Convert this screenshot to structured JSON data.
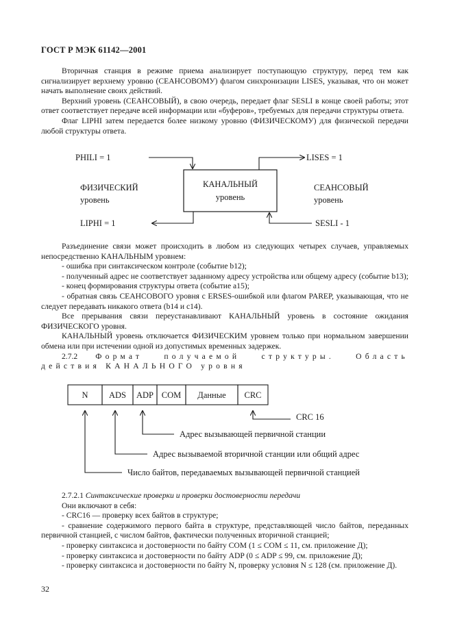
{
  "header": "ГОСТ Р МЭК 61142—2001",
  "intro": [
    "Вторичная станция в режиме приема анализирует поступающую структуру, перед тем как сигнализирует верхнему уровню (СЕАНСОВОМУ) флагом синхронизации LISES, указывая, что он может начать выполнение своих действий.",
    "Верхний уровень (СЕАНСОВЫЙ), в свою очередь, передает флаг SESLI в конце своей работы; этот ответ соответствует передаче всей информации или «буферов», требуемых для передачи структуры ответа.",
    "Флаг LIPHI затем передается более низкому уровню (ФИЗИЧЕСКОМУ) для физической передачи любой структуры ответа."
  ],
  "diagram1": {
    "phili": "PHILI = 1",
    "lises": "LISES = 1",
    "liphi": "LIPHI = 1",
    "sesli": "SESLI - 1",
    "phys_title": "ФИЗИЧЕСКИЙ",
    "phys_sub": "уровень",
    "chan_title": "КАНАЛЬНЫЙ",
    "chan_sub": "уровень",
    "sess_title": "СЕАНСОВЫЙ",
    "sess_sub": "уровень"
  },
  "disconnect": {
    "intro": "Разъединение связи может происходить в любом из следующих четырех случаев, управляемых непосредственно КАНАЛЬНЫМ уровнем:",
    "items": [
      "- ошибка при синтаксическом контроле (событие b12);",
      "- полученный адрес не соответствует заданному адресу устройства или общему адресу (событие b13);",
      "- конец формирования структуры ответа (событие a15);",
      "- обратная связь СЕАНСОВОГО уровня с ERSES-ошибкой или флагом PAREP, указывающая, что не следует передавать никакого ответа (b14 и c14)."
    ],
    "after": [
      "Все прерывания связи переустанавливают КАНАЛЬНЫЙ уровень в состояние ожидания ФИЗИЧЕСКОГО уровня.",
      "КАНАЛЬНЫЙ уровень отключается ФИЗИЧЕСКИМ уровнем только при нормальном завершении обмена или при истечении одной из допустимых временных задержек."
    ]
  },
  "section_272": {
    "num": "2.7.2",
    "title": "Формат получаемой структуры. Область действия КАНАЛЬНОГО уровня"
  },
  "diagram2": {
    "fields": [
      "N",
      "ADS",
      "ADP",
      "COM",
      "Данные",
      "CRC"
    ],
    "crc_label": "CRC 16",
    "adp_label": "Адрес вызывающей первичной станции",
    "ads_label": "Адрес вызываемой вторичной станции или общий адрес",
    "n_label": "Число байтов, передаваемых вызывающей первичной станцией"
  },
  "section_2721": {
    "num": "2.7.2.1",
    "title": "Синтаксические проверки и проверки достоверности передачи",
    "intro": "Они включают в себя:",
    "items": [
      "- CRC16 — проверку всех байтов в структуре;",
      "- сравнение содержимого первого байта в структуре, представляющей число байтов, переданных первичной станцией, с числом байтов, фактически полученных вторичной станцией;",
      "- проверку синтаксиса и достоверности по байту COM (1 ≤ COM ≤ 11, см. приложение Д);",
      "- проверку синтаксиса и достоверности по байту ADP (0 ≤ ADP ≤ 99, см. приложение Д);",
      "- проверку синтаксиса и достоверности по байту N, проверку условия N ≤ 128 (см. приложение Д)."
    ]
  },
  "page_number": "32"
}
